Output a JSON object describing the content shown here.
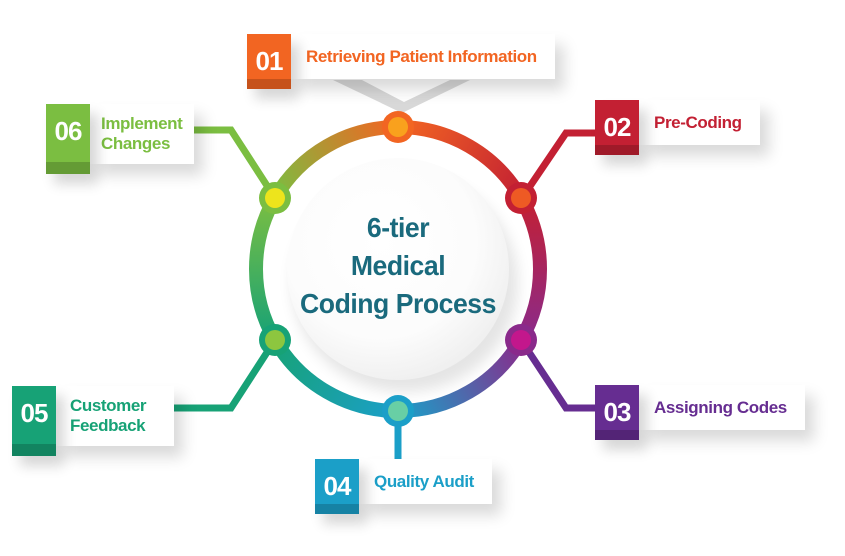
{
  "title": {
    "lines": [
      "6-tier",
      "Medical",
      "Coding Process"
    ],
    "color": "#1A6A7D"
  },
  "steps": [
    {
      "number": "01",
      "label": "Retrieving Patient Information",
      "color": "#F26522",
      "ring_color": "#F26522",
      "node_fill": "#F9A11D"
    },
    {
      "number": "02",
      "label": "Pre-Coding",
      "color": "#C32033",
      "ring_color": "#C32033",
      "node_fill": "#EE5A24"
    },
    {
      "number": "03",
      "label": "Assigning Codes",
      "color": "#662D91",
      "ring_color": "#8A2A8B",
      "node_fill": "#C3178C"
    },
    {
      "number": "04",
      "label": "Quality Audit",
      "color": "#1B9FC8",
      "ring_color": "#1B9FC8",
      "node_fill": "#68CFA5"
    },
    {
      "number": "05",
      "label": "Customer Feedback",
      "color": "#17A276",
      "ring_color": "#17A276",
      "node_fill": "#8DC63F"
    },
    {
      "number": "06",
      "label": "Implement Changes",
      "color": "#7BBE41",
      "ring_color": "#7BBE41",
      "node_fill": "#EDE41C"
    }
  ]
}
